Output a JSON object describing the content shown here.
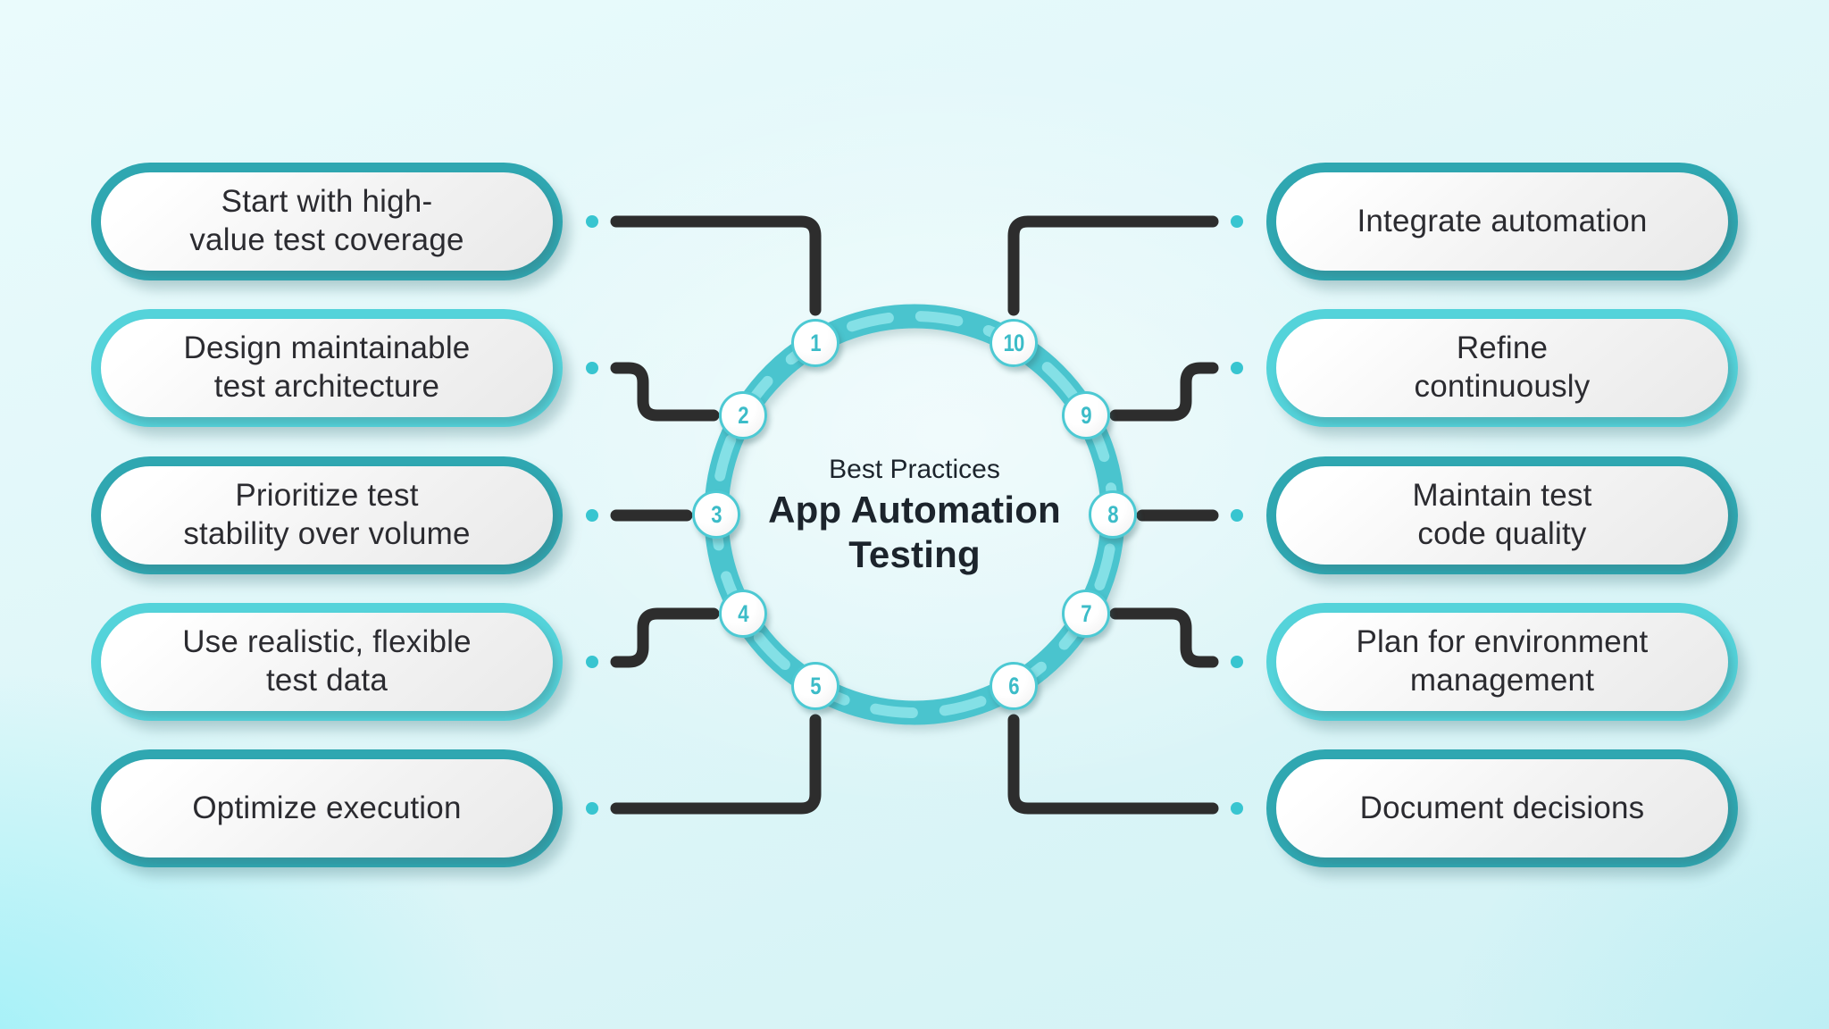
{
  "center": {
    "subtitle": "Best Practices",
    "title": "App Automation Testing"
  },
  "items": [
    {
      "number": "1",
      "label": "Start with high-\nvalue test coverage"
    },
    {
      "number": "2",
      "label": "Design maintainable\ntest architecture"
    },
    {
      "number": "3",
      "label": "Prioritize test\nstability over volume"
    },
    {
      "number": "4",
      "label": "Use realistic, flexible\ntest data"
    },
    {
      "number": "5",
      "label": "Optimize execution"
    },
    {
      "number": "6",
      "label": "Document decisions"
    },
    {
      "number": "7",
      "label": "Plan for environment\nmanagement"
    },
    {
      "number": "8",
      "label": "Maintain test\ncode quality"
    },
    {
      "number": "9",
      "label": "Refine\ncontinuously"
    },
    {
      "number": "10",
      "label": "Integrate automation"
    }
  ],
  "colors": {
    "pill_border_dark": "#2fa7b1",
    "pill_border_light": "#54d3da",
    "ring": "#4ac4ce",
    "ring_dash": "#84e0e6",
    "badge_border": "#4cc9d3",
    "badge_number": "#3cbcc8",
    "connector": "#2d2d2d",
    "dot": "#38c5d0",
    "text_dark": "#1c242c",
    "pill_text": "#2b2b30",
    "background_corner": "#a8f0f8",
    "background_base": "#def6f8"
  }
}
